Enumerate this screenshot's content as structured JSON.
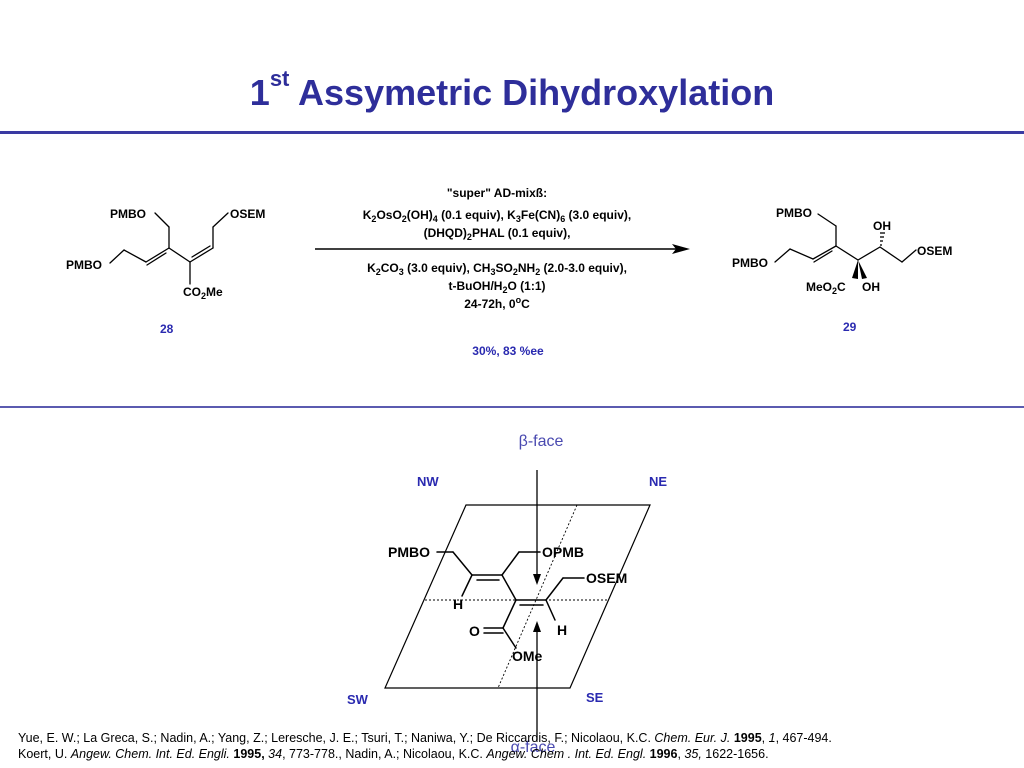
{
  "slide": {
    "title_prefix": "1",
    "title_sup": "st",
    "title_main": " Assymetric Dihydroxylation"
  },
  "reaction": {
    "sm": {
      "pmbo_top": "PMBO",
      "osem": "OSEM",
      "pmbo_left": "PMBO",
      "co2me_co": "CO",
      "co2me_sub": "2",
      "co2me_me": "Me",
      "number": "28"
    },
    "conditions": {
      "line1": "\"super\" AD-mixß:",
      "line2": [
        "K",
        "2",
        "OsO",
        "2",
        "(OH)",
        "4",
        " (0.1 equiv), K",
        "3",
        "Fe(CN)",
        "6",
        " (3.0 equiv),"
      ],
      "line3": [
        "(DHQD)",
        "2",
        "PHAL (0.1 equiv),"
      ],
      "line4": [
        "K",
        "2",
        "CO",
        "3",
        " (3.0 equiv), CH",
        "3",
        "SO",
        "2",
        "NH",
        "2",
        " (2.0-3.0 equiv),"
      ],
      "line5": [
        "t-BuOH/H",
        "2",
        "O (1:1)"
      ],
      "line6": [
        "24-72h, 0",
        "o",
        "C"
      ],
      "yield": "30%, 83 %ee"
    },
    "product": {
      "pmbo_top": "PMBO",
      "oh_top": "OH",
      "osem": "OSEM",
      "pmbo_left": "PMBO",
      "meo2c_a": "MeO",
      "meo2c_sub": "2",
      "meo2c_b": "C",
      "oh_bottom": "OH",
      "number": "29"
    }
  },
  "model": {
    "beta_face": "β-face",
    "alpha_face": "α-face",
    "nw": "NW",
    "ne": "NE",
    "sw": "SW",
    "se": "SE",
    "pmbo": "PMBO",
    "opmb": "OPMB",
    "osem": "OSEM",
    "h_left": "H",
    "h_right": "H",
    "o": "O",
    "ome": "OMe"
  },
  "references": {
    "line1": [
      {
        "t": "Yue, E. W.; La Greca, S.; Nadin, A.; Yang, Z.; Leresche, J. E.; Tsuri, T.; Naniwa, Y.; De Riccardis, F.; Nicolaou, K.C. ",
        "s": ""
      },
      {
        "t": "Chem. Eur. J.",
        "s": "i"
      },
      {
        "t": " ",
        "s": ""
      },
      {
        "t": "1995",
        "s": "b"
      },
      {
        "t": ", ",
        "s": ""
      },
      {
        "t": "1",
        "s": "i"
      },
      {
        "t": ", 467-494.",
        "s": ""
      }
    ],
    "line2": [
      {
        "t": "Koert, U. ",
        "s": ""
      },
      {
        "t": "Angew. Chem. Int. Ed. Engli.",
        "s": "i"
      },
      {
        "t": " ",
        "s": ""
      },
      {
        "t": "1995,",
        "s": "b"
      },
      {
        "t": " ",
        "s": ""
      },
      {
        "t": "34",
        "s": "i"
      },
      {
        "t": ", 773-778., Nadin, A.; Nicolaou, K.C. ",
        "s": ""
      },
      {
        "t": "Angew. Chem . Int. Ed. Engl.",
        "s": "i"
      },
      {
        "t": " ",
        "s": ""
      },
      {
        "t": "1996",
        "s": "b"
      },
      {
        "t": ", ",
        "s": ""
      },
      {
        "t": "35,",
        "s": "i"
      },
      {
        "t": " 1622-1656.",
        "s": ""
      }
    ]
  },
  "colors": {
    "title": "#2e2e9a",
    "number": "#2a2ab0",
    "face_label": "#4a4ab0"
  }
}
